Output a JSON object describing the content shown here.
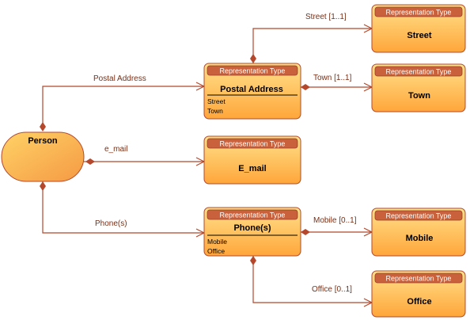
{
  "colors": {
    "connector": "#b5482c",
    "box_fill_top": "#ffd77a",
    "box_fill_bottom": "#ffaa3c",
    "header_fill": "#c8613c",
    "label_text": "#7a2e14"
  },
  "root": {
    "label": "Person"
  },
  "header_label": "Representation Type",
  "boxes": {
    "postal_address": {
      "title": "Postal Address",
      "attributes": [
        "Street",
        "Town"
      ]
    },
    "email": {
      "title": "E_mail"
    },
    "phones": {
      "title": "Phone(s)",
      "attributes": [
        "Mobile",
        "Office"
      ]
    },
    "street": {
      "title": "Street"
    },
    "town": {
      "title": "Town"
    },
    "mobile": {
      "title": "Mobile"
    },
    "office": {
      "title": "Office"
    }
  },
  "edges": {
    "postal_address": "Postal Address",
    "email": "e_mail",
    "phones": "Phone(s)",
    "street": "Street [1..1]",
    "town": "Town [1..1]",
    "mobile": "Mobile [0..1]",
    "office": "Office [0..1]"
  }
}
